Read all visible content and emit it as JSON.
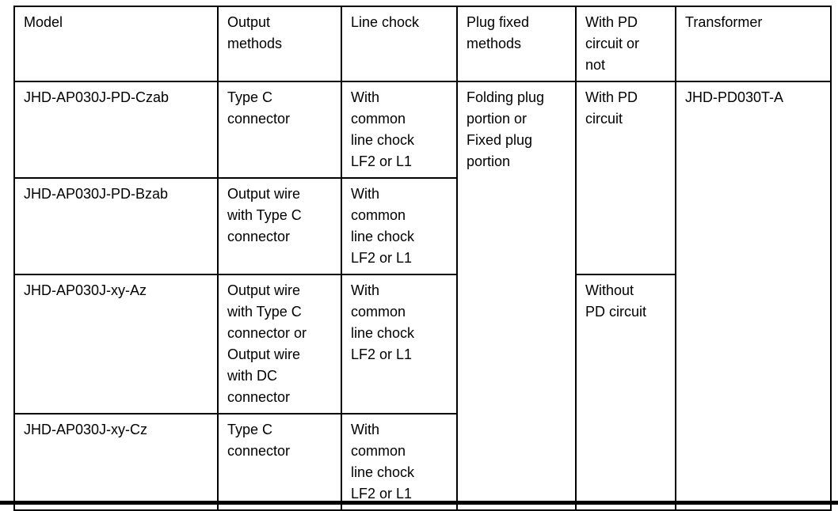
{
  "page": {
    "background_color": "#ffffff",
    "text_color": "#000000",
    "border_color": "#000000"
  },
  "table": {
    "header": {
      "model": "Model",
      "output_methods": "Output\nmethods",
      "line_chock": "Line chock",
      "plug_fixed_methods": "Plug fixed\nmethods",
      "pd_circuit_or_not": "With PD\ncircuit or\nnot",
      "transformer": "Transformer"
    },
    "rows": [
      {
        "model": "JHD-AP030J-PD-Czab",
        "output_method": "Type C\nconnector",
        "line_chock": "With\ncommon\nline chock\nLF2 or L1"
      },
      {
        "model": "JHD-AP030J-PD-Bzab",
        "output_method": "Output wire\nwith Type C\nconnector",
        "line_chock": "With\ncommon\nline chock\nLF2 or L1"
      },
      {
        "model": "JHD-AP030J-xy-Az",
        "output_method": "Output wire\nwith Type C\nconnector or\nOutput wire\nwith DC\nconnector",
        "line_chock": "With\ncommon\nline chock\nLF2 or L1"
      },
      {
        "model": "JHD-AP030J-xy-Cz",
        "output_method": "Type C\nconnector",
        "line_chock": "With\ncommon\nline chock\nLF2 or L1"
      }
    ],
    "merged": {
      "plug_fixed_methods": "Folding plug\nportion or\nFixed plug\nportion",
      "with_pd_circuit": "With PD\ncircuit",
      "without_pd_circuit": "Without\nPD circuit",
      "transformer": "JHD-PD030T-A"
    }
  }
}
